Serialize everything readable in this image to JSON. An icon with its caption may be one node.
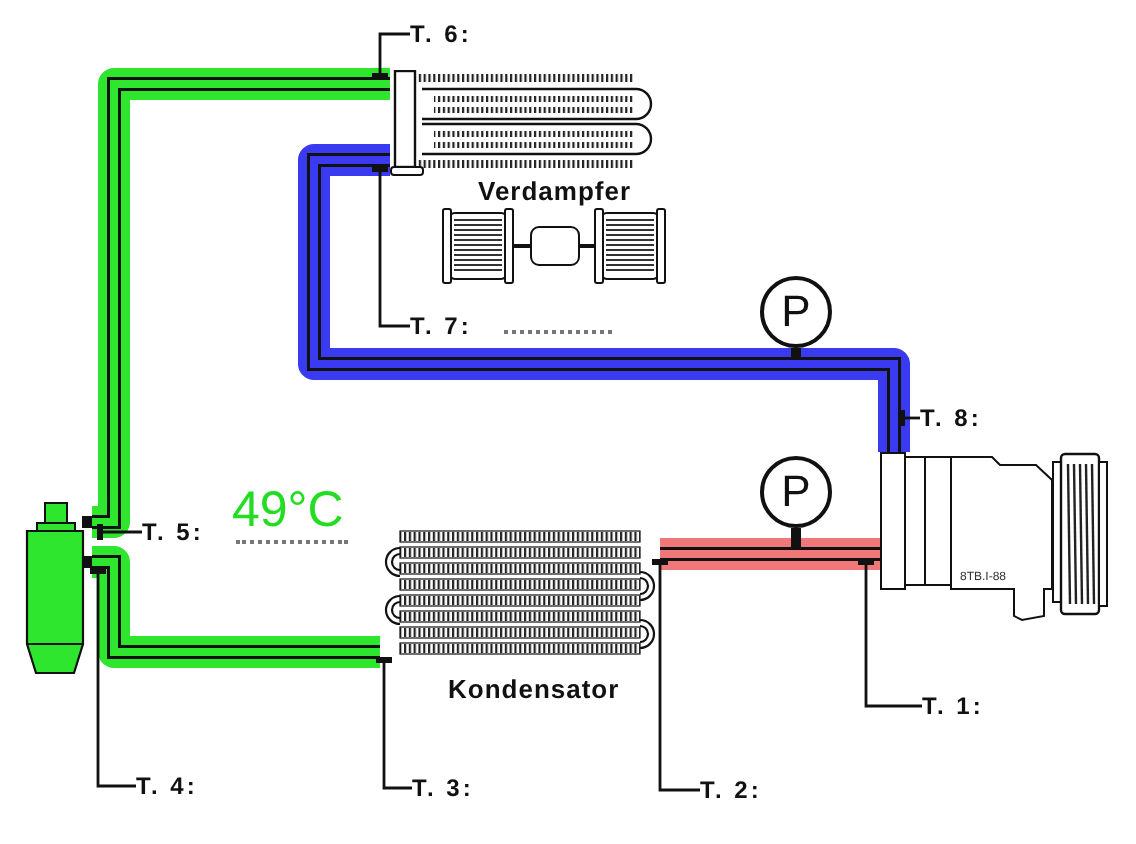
{
  "diagram": {
    "nodes": [
      {
        "text": [
          "T. 6:"
        ]
      },
      {
        "text": [
          "Verdampfer"
        ]
      },
      {
        "text": [
          "P"
        ]
      },
      {
        "text": [
          "T. 7:"
        ]
      },
      {
        "text": [
          "T. 8:"
        ]
      },
      {
        "text": [
          "8TB.I-88"
        ]
      },
      {
        "text": [
          "P"
        ]
      },
      {
        "text": [
          "T. 5:"
        ]
      },
      {
        "text": [],
        "shape": "picture"
      },
      {
        "text": [
          "Kondensator"
        ]
      },
      {
        "text": [
          "T. 1:"
        ]
      },
      {
        "text": [
          "T. 4:"
        ]
      },
      {
        "text": [
          "T. 3:"
        ]
      },
      {
        "text": [
          "T. 2:"
        ]
      }
    ],
    "edges": [
      {
        "from": 5,
        "to": 9,
        "arrow": "none",
        "style": "thick",
        "color": "#f07878"
      },
      {
        "from": 9,
        "to": 8,
        "arrow": "none",
        "style": "thick",
        "color": "#2ee62e"
      },
      {
        "from": 8,
        "to": 1,
        "arrow": "none",
        "style": "thick",
        "color": "#2ee62e"
      },
      {
        "from": 1,
        "to": 5,
        "arrow": "none",
        "style": "thick",
        "color": "#3a3af0"
      },
      {
        "from": 2,
        "to": null,
        "arrow": "none",
        "style": "thick"
      },
      {
        "from": 6,
        "to": null,
        "arrow": "none",
        "style": "thick"
      },
      {
        "from": 0,
        "to": 1,
        "arrow": "other"
      },
      {
        "from": 3,
        "to": 1,
        "arrow": "other"
      },
      {
        "from": 4,
        "to": null,
        "arrow": "other"
      },
      {
        "from": 7,
        "to": 8,
        "arrow": "other"
      },
      {
        "from": 10,
        "to": 5,
        "arrow": "other"
      },
      {
        "from": 11,
        "to": 8,
        "arrow": "other"
      },
      {
        "from": 12,
        "to": 9,
        "arrow": "other"
      },
      {
        "from": 13,
        "to": 9,
        "arrow": "other"
      }
    ],
    "labels": [
      "49°C"
    ]
  }
}
